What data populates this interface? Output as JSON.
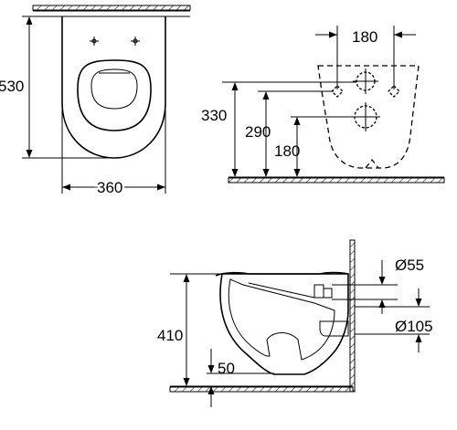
{
  "top_view": {
    "height_label": "530",
    "width_label": "360"
  },
  "side_view": {
    "spacing_label": "180",
    "height_330": "330",
    "height_290": "290",
    "height_180": "180"
  },
  "section_view": {
    "height_label": "410",
    "floor_gap_label": "50",
    "pipe_55_label": "Ø55",
    "pipe_105_label": "Ø105"
  }
}
